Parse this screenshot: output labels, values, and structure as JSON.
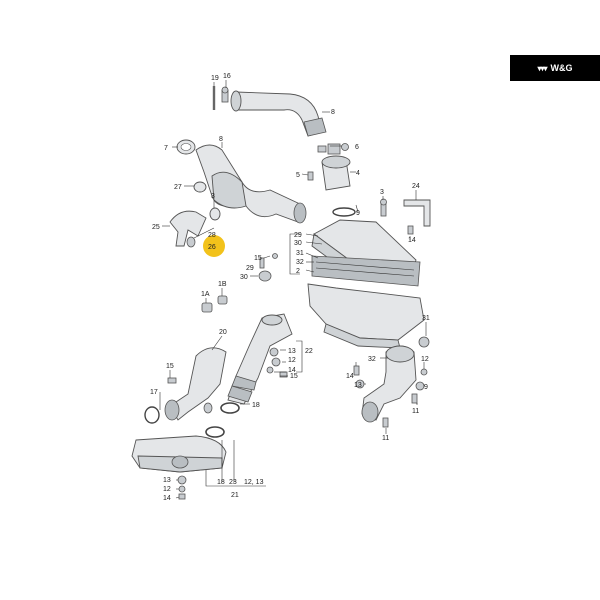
{
  "brand": {
    "logo_glyph": "▾▾▾",
    "text": "W&G"
  },
  "highlight": {
    "label": "26",
    "color": "#f2c21b"
  },
  "callouts": {
    "c19": "19",
    "c16": "16",
    "c8a": "8",
    "c7": "7",
    "c8b": "8",
    "c6": "6",
    "c5": "5",
    "c4": "4",
    "c9": "9",
    "c27": "27",
    "c3": "3",
    "c24": "24",
    "c25": "25",
    "c28": "28",
    "c29": "29",
    "c30": "30",
    "c31": "31",
    "c32": "32",
    "c2": "2",
    "c14a": "14",
    "c15a": "15",
    "c29b": "29",
    "c30b": "30",
    "c1b": "1B",
    "c1a": "1A",
    "c20": "20",
    "c13a": "13",
    "c12a": "12",
    "c22": "22",
    "c14b": "14",
    "c15b": "15",
    "c15c": "15",
    "c17": "17",
    "c18a": "18",
    "c31b": "31",
    "c32b": "32",
    "c12b": "12",
    "c14c": "14",
    "c13b": "13",
    "c9b": "9",
    "c11a": "11",
    "c11b": "11",
    "c13c": "13",
    "c12c": "12",
    "c14d": "14",
    "c18b": "18",
    "c23": "23",
    "c1213": "12, 13",
    "c21": "21"
  }
}
